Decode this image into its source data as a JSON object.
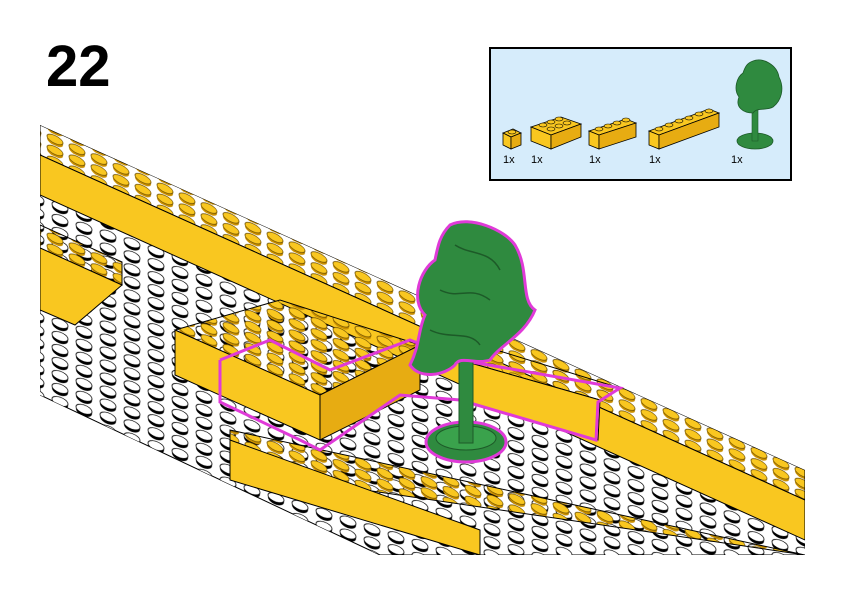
{
  "step": {
    "number": "22"
  },
  "parts_list": {
    "items": [
      {
        "part": "yellow-1x1-brick",
        "quantity": "1x"
      },
      {
        "part": "yellow-2x4-brick",
        "quantity": "1x"
      },
      {
        "part": "yellow-1x4-brick",
        "quantity": "1x"
      },
      {
        "part": "yellow-1x6-brick",
        "quantity": "1x"
      },
      {
        "part": "green-tree",
        "quantity": "1x"
      }
    ]
  },
  "colors": {
    "brick_yellow": "#f9c720",
    "brick_yellow_side": "#e7ac12",
    "baseplate_white": "#ffffff",
    "stud_black": "#000000",
    "tree_green": "#2f8a3f",
    "highlight_magenta": "#e03ad8",
    "parts_box_bg": "#d6ecfb"
  }
}
